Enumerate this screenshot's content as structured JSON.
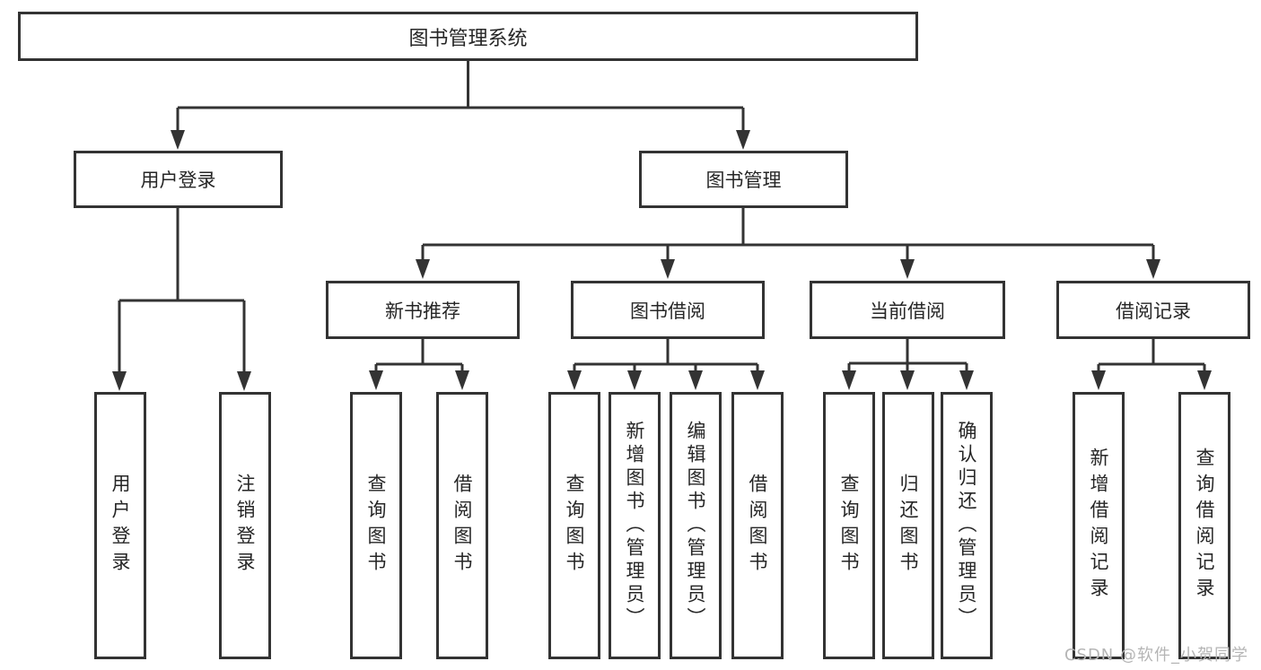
{
  "tree": {
    "root": {
      "label": "图书管理系统",
      "children": [
        {
          "label": "用户登录",
          "children": [
            {
              "label": "用户登录"
            },
            {
              "label": "注销登录"
            }
          ]
        },
        {
          "label": "图书管理",
          "children": [
            {
              "label": "新书推荐",
              "children": [
                {
                  "label": "查询图书"
                },
                {
                  "label": "借阅图书"
                }
              ]
            },
            {
              "label": "图书借阅",
              "children": [
                {
                  "label": "查询图书"
                },
                {
                  "label": "新增图书（管理员）"
                },
                {
                  "label": "编辑图书（管理员）"
                },
                {
                  "label": "借阅图书"
                }
              ]
            },
            {
              "label": "当前借阅",
              "children": [
                {
                  "label": "查询图书"
                },
                {
                  "label": "归还图书"
                },
                {
                  "label": "确认归还（管理员）"
                }
              ]
            },
            {
              "label": "借阅记录",
              "children": [
                {
                  "label": "新增借阅记录"
                },
                {
                  "label": "查询借阅记录"
                }
              ]
            }
          ]
        }
      ]
    }
  },
  "watermark": {
    "text": "CSDN @软件_小贺同学"
  },
  "colors": {
    "line": "#333333",
    "box_border": "#333333",
    "text": "#262626",
    "watermark": "#b5b5b5",
    "background": "#ffffff"
  }
}
